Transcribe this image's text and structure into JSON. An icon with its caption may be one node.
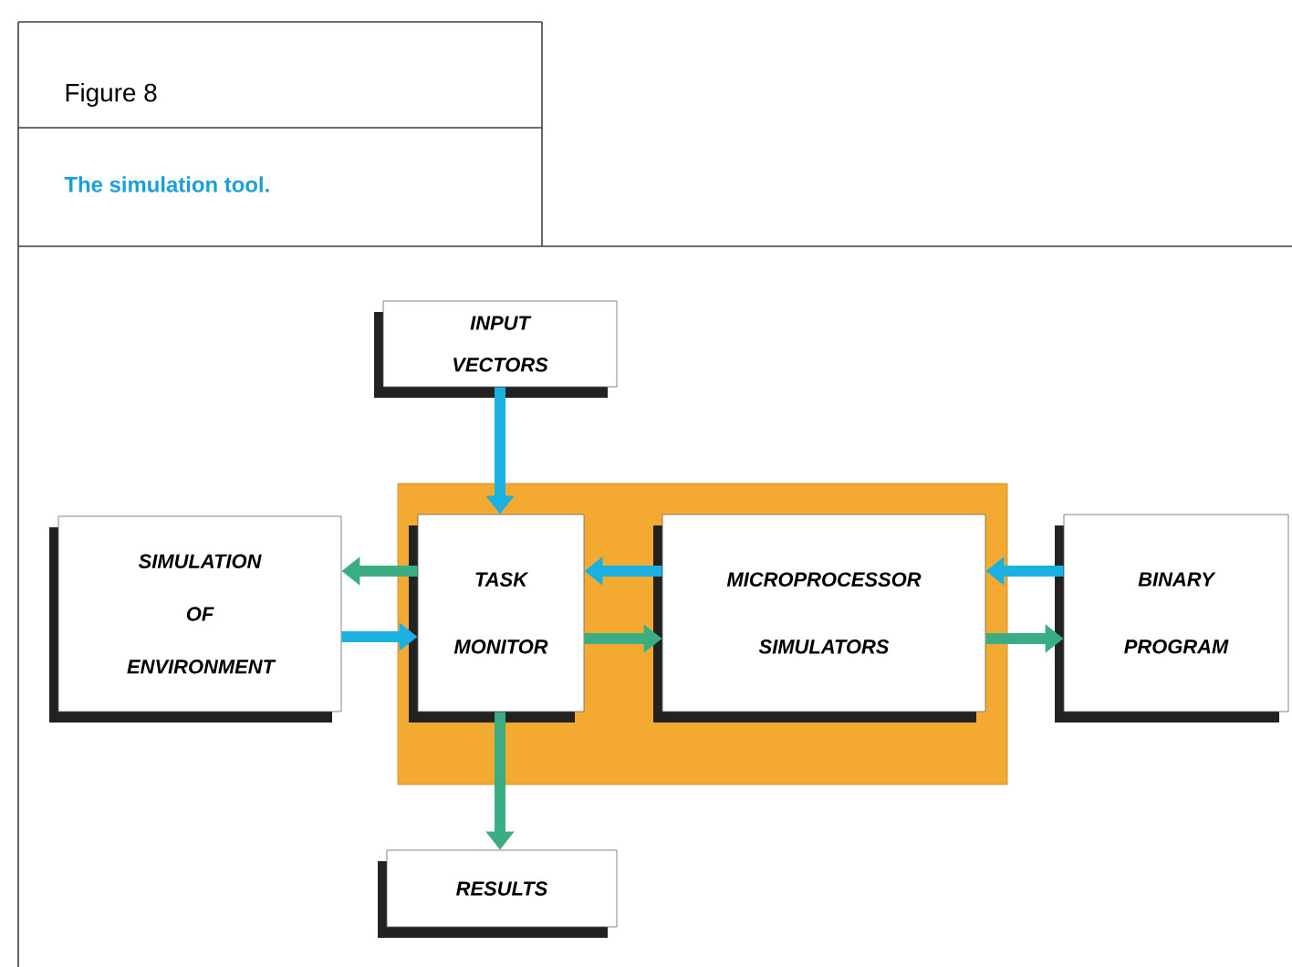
{
  "diagram": {
    "title": "Figure 8",
    "caption": "The simulation tool.",
    "nodes": [
      {
        "text": [
          "INPUT VECTORS"
        ]
      },
      {
        "text": [
          "SIMULATION OF ENVIRONMENT"
        ]
      },
      {
        "text": [],
        "shape": "box"
      },
      {
        "text": [
          "TASK MONITOR"
        ],
        "in": 2
      },
      {
        "text": [
          "MICROPROCESSOR SIMULATORS"
        ],
        "in": 2
      },
      {
        "text": [
          "BINARY PROGRAM"
        ]
      },
      {
        "text": [
          "RESULTS"
        ]
      }
    ],
    "edges": [
      {
        "from": 0,
        "to": 3,
        "arrow": "to",
        "color": "#1ab0e2"
      },
      {
        "from": 3,
        "to": 1,
        "arrow": "to",
        "color": "#3aad82"
      },
      {
        "from": 1,
        "to": 3,
        "arrow": "to",
        "color": "#1ab0e2"
      },
      {
        "from": 4,
        "to": 3,
        "arrow": "to",
        "color": "#1ab0e2"
      },
      {
        "from": 3,
        "to": 4,
        "arrow": "to",
        "color": "#3aad82"
      },
      {
        "from": 5,
        "to": 4,
        "arrow": "to",
        "color": "#1ab0e2"
      },
      {
        "from": 4,
        "to": 5,
        "arrow": "to",
        "color": "#3aad82"
      },
      {
        "from": 3,
        "to": 6,
        "arrow": "to",
        "color": "#3aad82"
      }
    ]
  }
}
